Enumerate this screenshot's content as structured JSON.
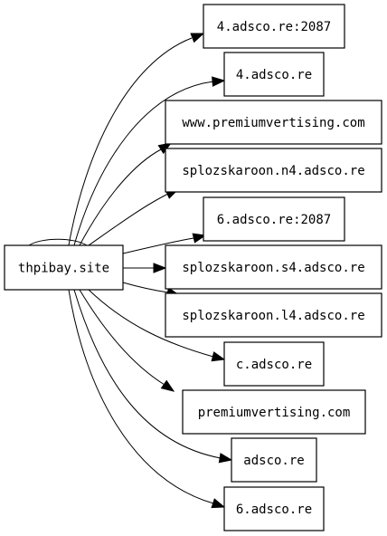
{
  "diagram": {
    "colors": {
      "stroke": "#000000",
      "fill": "#ffffff",
      "text": "#000000"
    },
    "source": {
      "id": "src",
      "label": "thpibay.site"
    },
    "targets": [
      {
        "id": "t0",
        "label": "4.adsco.re:2087"
      },
      {
        "id": "t1",
        "label": "4.adsco.re"
      },
      {
        "id": "t2",
        "label": "www.premiumvertising.com"
      },
      {
        "id": "t3",
        "label": "splozskaroon.n4.adsco.re"
      },
      {
        "id": "t4",
        "label": "6.adsco.re:2087"
      },
      {
        "id": "t5",
        "label": "splozskaroon.s4.adsco.re"
      },
      {
        "id": "t6",
        "label": "splozskaroon.l4.adsco.re"
      },
      {
        "id": "t7",
        "label": "c.adsco.re"
      },
      {
        "id": "t8",
        "label": "premiumvertising.com"
      },
      {
        "id": "t9",
        "label": "adsco.re"
      },
      {
        "id": "t10",
        "label": "6.adsco.re"
      }
    ],
    "edges": [
      {
        "from": "src",
        "to": "src"
      },
      {
        "from": "src",
        "to": "t0"
      },
      {
        "from": "src",
        "to": "t1"
      },
      {
        "from": "src",
        "to": "t2"
      },
      {
        "from": "src",
        "to": "t3"
      },
      {
        "from": "src",
        "to": "t4"
      },
      {
        "from": "src",
        "to": "t5"
      },
      {
        "from": "src",
        "to": "t6"
      },
      {
        "from": "src",
        "to": "t7"
      },
      {
        "from": "src",
        "to": "t8"
      },
      {
        "from": "src",
        "to": "t9"
      },
      {
        "from": "src",
        "to": "t10"
      }
    ]
  }
}
